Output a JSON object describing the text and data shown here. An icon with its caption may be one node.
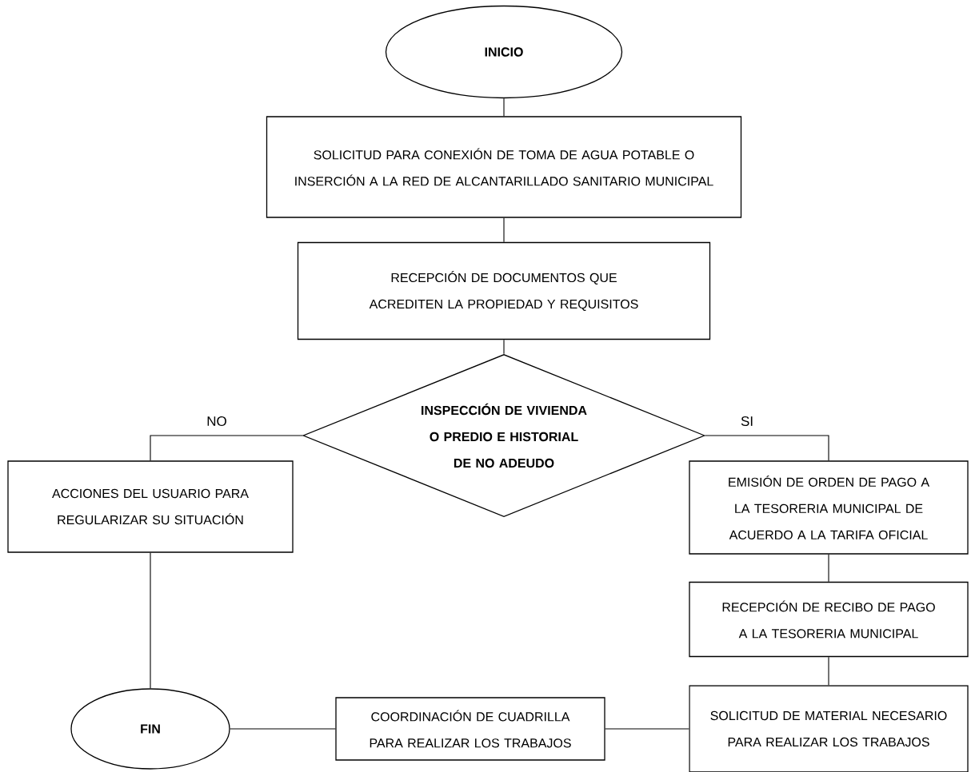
{
  "diagram": {
    "nodes": [
      {
        "text": [
          "INICIO"
        ]
      },
      {
        "text": [
          "SOLICITUD PARA CONEXIÓN DE TOMA DE AGUA POTABLE O INSERCIÓN A LA RED DE ALCANTARILLADO SANITARIO MUNICIPAL"
        ]
      },
      {
        "text": [
          "RECEPCIÓN DE DOCUMENTOS QUE ACREDITEN LA PROPIEDAD Y REQUISITOS"
        ]
      },
      {
        "text": [
          "INSPECCIÓN DE VIVIENDA O PREDIO E HISTORIAL DE NO ADEUDO"
        ]
      },
      {
        "text": [
          "ACCIONES DEL USUARIO PARA REGULARIZAR SU SITUACIÓN"
        ]
      },
      {
        "text": [
          "EMISIÓN DE ORDEN DE PAGO A LA TESORERIA MUNICIPAL DE ACUERDO A LA TARIFA OFICIAL"
        ]
      },
      {
        "text": [
          "RECEPCIÓN DE RECIBO DE PAGO A LA TESORERIA MUNICIPAL"
        ]
      },
      {
        "text": [
          "SOLICITUD DE MATERIAL NECESARIO PARA REALIZAR LOS TRABAJOS"
        ]
      },
      {
        "text": [
          "COORDINACIÓN DE CUADRILLA PARA REALIZAR LOS TRABAJOS"
        ]
      },
      {
        "text": [
          "FIN"
        ]
      }
    ],
    "edges": [
      {
        "from": 0,
        "to": 1,
        "arrow": "none"
      },
      {
        "from": 1,
        "to": 2,
        "arrow": "none"
      },
      {
        "from": 2,
        "to": 3,
        "arrow": "none"
      },
      {
        "from": 3,
        "to": 4,
        "arrow": "none",
        "label": "NO"
      },
      {
        "from": 3,
        "to": 5,
        "arrow": "none",
        "label": "SI"
      },
      {
        "from": 5,
        "to": 6,
        "arrow": "none"
      },
      {
        "from": 6,
        "to": 7,
        "arrow": "none"
      },
      {
        "from": 7,
        "to": 8,
        "arrow": "none"
      },
      {
        "from": 8,
        "to": 9,
        "arrow": "none"
      },
      {
        "from": 4,
        "to": 9,
        "arrow": "none"
      }
    ]
  }
}
